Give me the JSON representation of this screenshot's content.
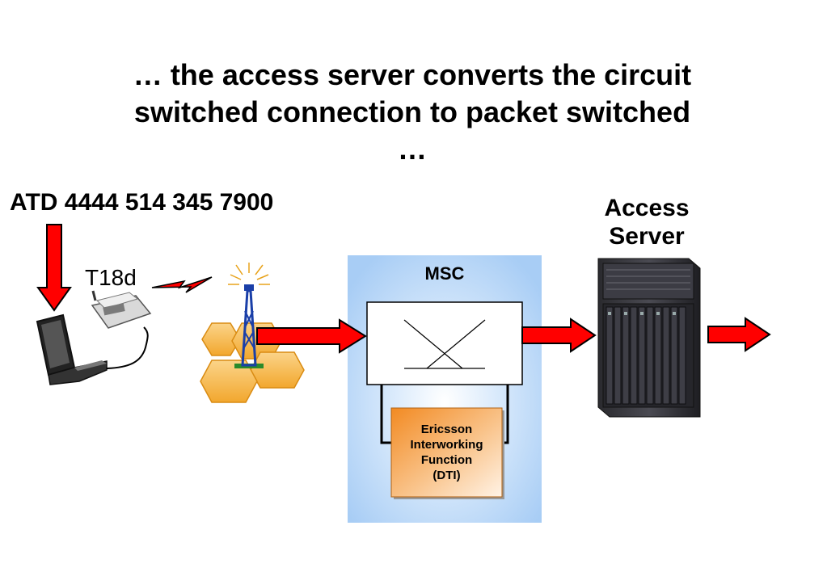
{
  "title": {
    "line1": "… the access server converts the circuit",
    "line2": "switched connection to packet switched",
    "line3": "…"
  },
  "command": "ATD 4444 514 345 7900",
  "phone_label": "T18d",
  "access_server_label": "Access\nServer",
  "msc_label": "MSC",
  "interworking_label": "Ericsson\nInterworking\nFunction\n(DTI)",
  "colors": {
    "arrow_red": "#ff0000",
    "msc_blue": "#a8cdf5",
    "cell_orange": "#f6b342",
    "iwf_orange": "#f39a3a"
  },
  "icons": [
    "laptop-icon",
    "mobile-phone-icon",
    "radio-tower-icon",
    "cell-hexagons-icon",
    "switch-icon",
    "server-rack-icon",
    "lightning-icon"
  ]
}
